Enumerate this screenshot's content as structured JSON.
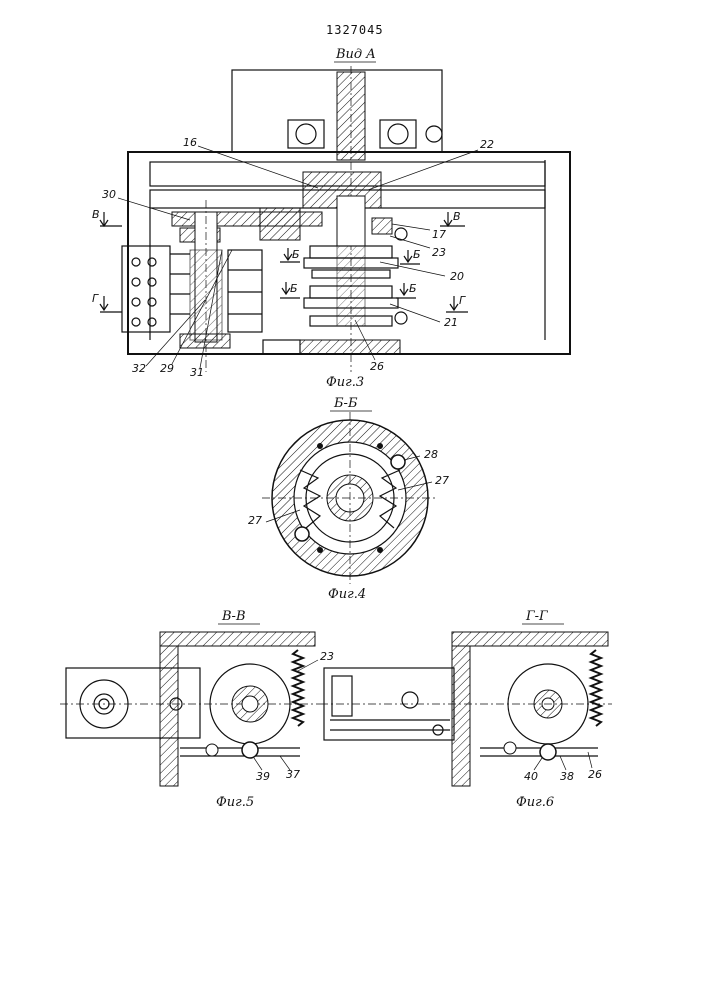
{
  "patent_number": "1327045",
  "view_label": "Вид A",
  "figures": {
    "fig3": {
      "caption": "Фиг.3",
      "refs": [
        "16",
        "22",
        "30",
        "17",
        "23",
        "20",
        "21",
        "26",
        "31",
        "29",
        "32"
      ],
      "section_marks": [
        "В",
        "В",
        "Б",
        "Б",
        "Б",
        "Б",
        "Г",
        "Г"
      ]
    },
    "fig4": {
      "section_title": "Б-Б",
      "caption": "Фиг.4",
      "refs": [
        "28",
        "27",
        "27"
      ]
    },
    "fig5": {
      "section_title": "В-В",
      "caption": "Фиг.5",
      "refs": [
        "23",
        "39",
        "37"
      ]
    },
    "fig6": {
      "section_title": "Г-Г",
      "caption": "Фиг.6",
      "refs": [
        "40",
        "38",
        "26"
      ]
    }
  }
}
